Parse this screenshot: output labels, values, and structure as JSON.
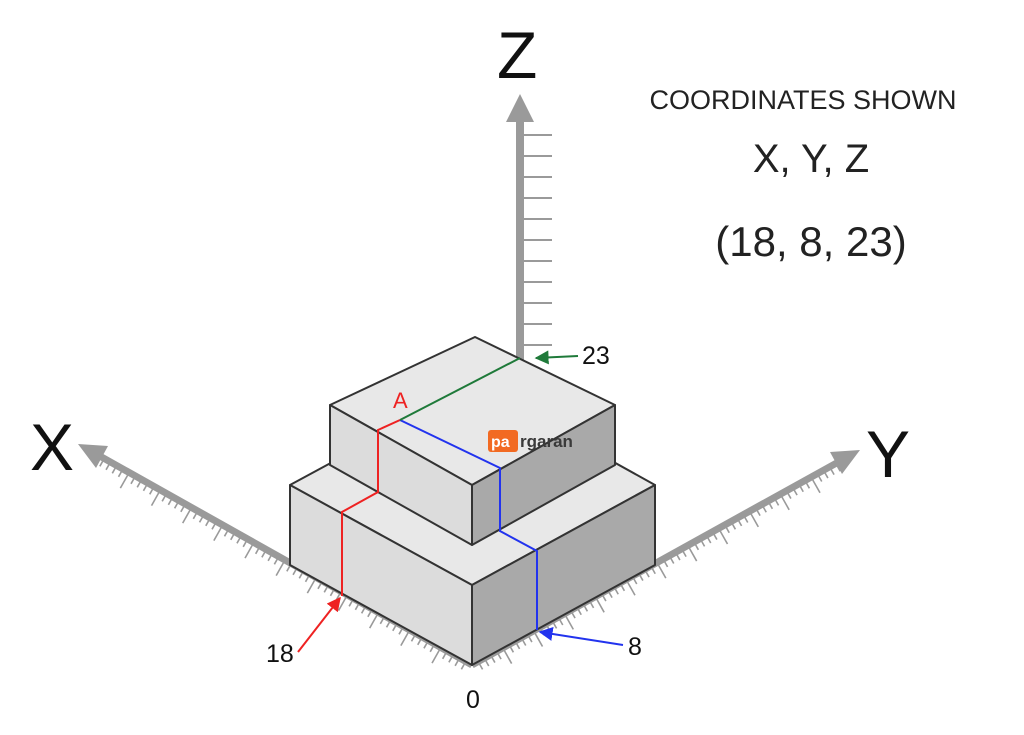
{
  "axes": {
    "x_label": "X",
    "y_label": "Y",
    "z_label": "Z",
    "origin_label": "0"
  },
  "info": {
    "heading": "COORDINATES SHOWN",
    "axes_order": "X, Y, Z",
    "point_coordinates": "(18, 8, 23)"
  },
  "point": {
    "label": "A",
    "x": 18,
    "y": 8,
    "z": 23
  },
  "callouts": {
    "x_value": "18",
    "y_value": "8",
    "z_value": "23"
  },
  "watermark": {
    "badge": "pa",
    "text": "rgaran"
  },
  "colors": {
    "x_trace": "#ee2222",
    "y_trace": "#2233ee",
    "z_trace": "#1f7a3a",
    "axis": "#9a9a9a",
    "block_top": "#e8e8e8",
    "block_left": "#dcdcdc",
    "block_right": "#a9a9a9",
    "badge": "#f26a22"
  }
}
